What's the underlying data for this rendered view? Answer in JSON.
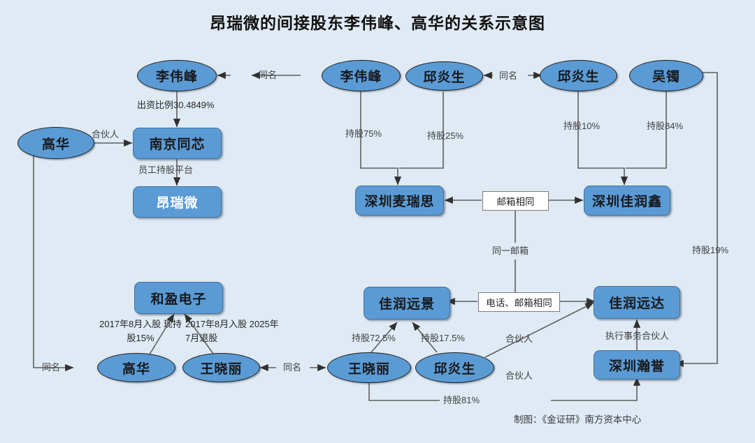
{
  "title": "昂瑞微的间接股东李伟峰、高华的关系示意图",
  "footer": "制图：《金证研》南方资本中心",
  "colors": {
    "background": "#dfeaf4",
    "node_fill": "#5b9bd5",
    "node_stroke": "#41719c",
    "ellipse_stroke": "#1d1d1d",
    "line": "#595959",
    "label_text": "#3f3f3f"
  },
  "nodes": {
    "li_weifeng_left": "李伟峰",
    "li_weifeng_right": "李伟峰",
    "qiu_yansheng_left": "邱炎生",
    "qiu_yansheng_right": "邱炎生",
    "wu_zhuo": "吴镯",
    "gao_hua_top": "高华",
    "nanjing_tongxin": "南京同芯",
    "angrui_wei": "昂瑞微",
    "shenzhen_mairuisi": "深圳麦瑞思",
    "shenzhen_jiarunxin": "深圳佳润鑫",
    "heying_dianzi": "和盈电子",
    "gao_hua_bottom": "高华",
    "wang_xiaoli_left": "王晓丽",
    "wang_xiaoli_right": "王晓丽",
    "qiu_yansheng_bottom": "邱炎生",
    "jiarun_yuanjing": "佳润远景",
    "jiarun_yuanda": "佳润远达",
    "shenzhen_hanyu": "深圳瀚誉"
  },
  "edge_labels": {
    "tongming_1": "同名",
    "tongming_2": "同名",
    "tongming_3": "同名",
    "tongming_4": "同名",
    "chuzi_ratio": "出资比例30.4849%",
    "hehuoren_gaohua": "合伙人",
    "yuangong_platform": "员工持股平台",
    "chigu_75": "持股75%",
    "chigu_25": "持股25%",
    "chigu_10": "持股10%",
    "chigu_84": "持股84%",
    "chigu_19": "持股19%",
    "chigu_72_5": "持股72.5%",
    "chigu_17_5": "持股17.5%",
    "chigu_81": "持股81%",
    "ruru_gu_gaohua": "2017年8月入股\n现持股15%",
    "ruru_gu_wang": "2017年8月入股\n2025年7月退股",
    "hehuoren_qiu_1": "合伙人",
    "hehuoren_qiu_2": "合伙人",
    "zhixing_hehuoren": "执行事务合伙人",
    "tongyi_youxiang": "同一邮箱"
  },
  "box_labels": {
    "youxiang_xiangtong": "邮箱相同",
    "dianhua_youxiang_xiangtong": "电话、邮箱相同"
  }
}
